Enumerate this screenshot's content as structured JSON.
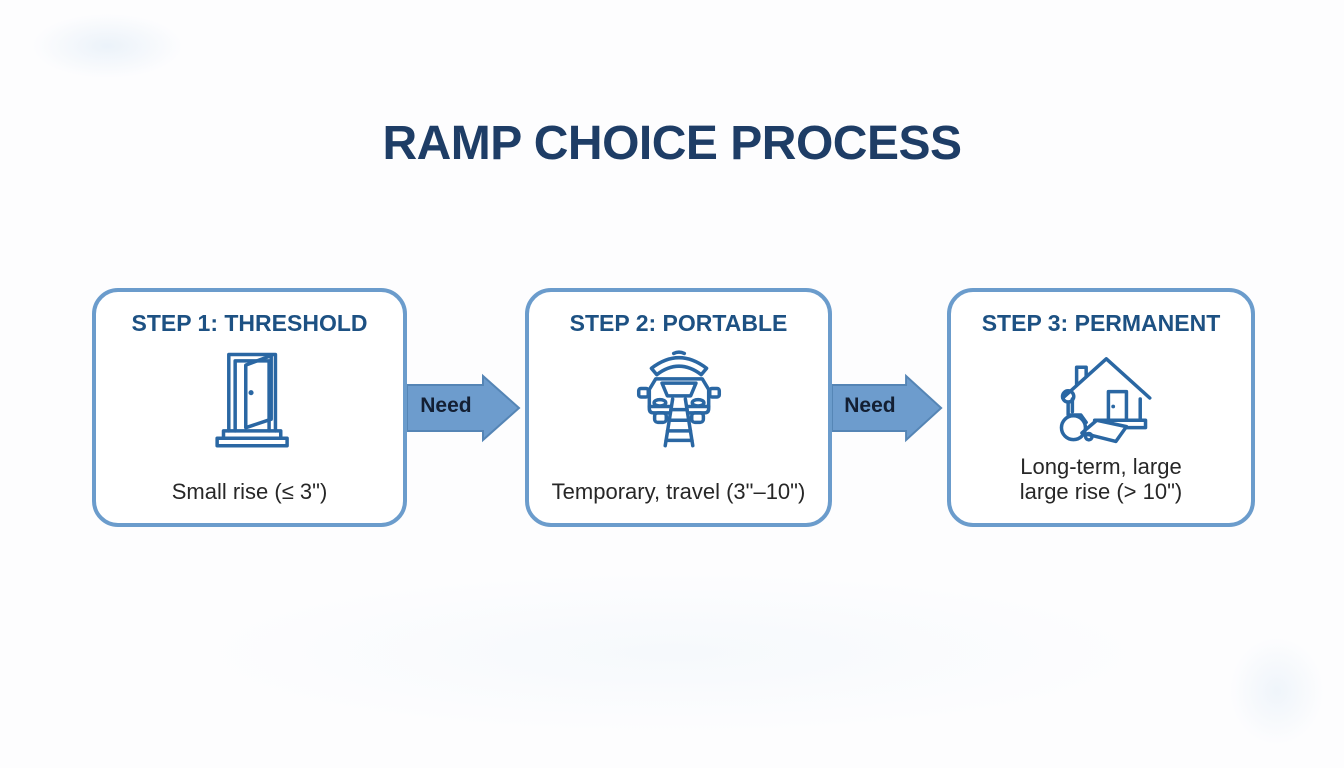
{
  "title": "RAMP CHOICE PROCESS",
  "steps": [
    {
      "title": "STEP 1: THRESHOLD",
      "icon": "door-threshold-icon",
      "description": "Small rise (≤ 3\")"
    },
    {
      "title": "STEP 2: PORTABLE",
      "icon": "car-ramp-icon",
      "description": "Temporary, travel (3\"–10\")"
    },
    {
      "title": "STEP 3: PERMANENT",
      "icon": "house-wheelchair-ramp-icon",
      "description": "Long-term, large\nlarge rise (> 10\")"
    }
  ],
  "connectors": [
    {
      "label": "Need"
    },
    {
      "label": "Need"
    }
  ],
  "colors": {
    "card_border": "#6b9ccc",
    "arrow_fill": "#6d9ccd",
    "arrow_edge": "#5585b5",
    "title_color": "#1e3d66",
    "step_title_color": "#1d5183",
    "icon_stroke": "#2a67a3",
    "description_color": "#272727",
    "connector_label_color": "#131f33"
  }
}
